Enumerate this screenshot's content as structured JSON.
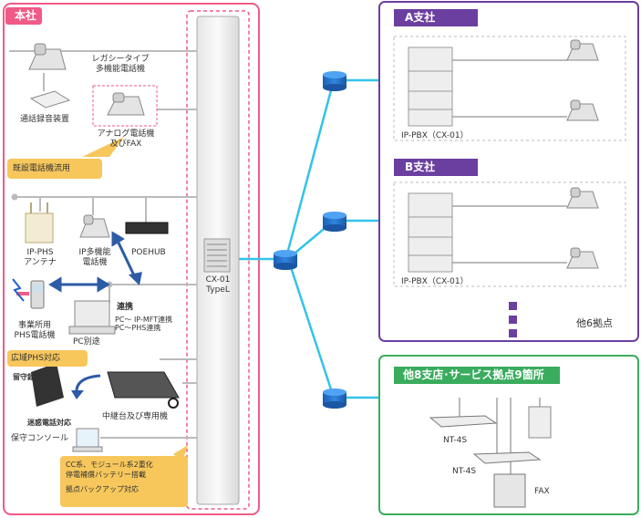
{
  "colors": {
    "honsha": "#f15a87",
    "branch": "#6a3fa0",
    "others": "#3aac5d",
    "line": "#33c3e8",
    "orange": "#f7c75c",
    "wire": "#bbbbbb"
  },
  "honsha": {
    "title": "本社",
    "legacy_phone": "レガシータイプ\n多機能電話機",
    "recorder": "通話録音装置",
    "analog": "アナログ電話機\n及びFAX",
    "existing_callout": "既設電話機流用",
    "ip_phs_antenna": "IP-PHS\nアンテナ",
    "ip_phone": "IP多機能\n電話機",
    "poehub": "POEHUB",
    "link_title": "連携",
    "link_detail": "PC～ IP-MFT連携\nPC～PHS連携",
    "pc_extra": "PC別途",
    "phs_phone": "事業所用\nPHS電話機",
    "wide_phs_callout": "広域PHS対応",
    "answering": "留守録装置",
    "nuisance": "迷惑電話対応",
    "relay_console": "中継台及び専用機",
    "maintenance": "保守コンソール",
    "features": [
      "CC系、モジュール系2重化\n停電補償バッテリー搭載",
      "拠点バックアップ対応"
    ],
    "cx01": "CX-01\nTypeL"
  },
  "branch": {
    "a_title": "A支社",
    "a_pbx": "IP-PBX（CX-01）",
    "b_title": "B支社",
    "b_pbx": "IP-PBX（CX-01）",
    "other6": "他6拠点"
  },
  "others": {
    "title": "他8支店･サービス拠点9箇所",
    "nt1": "NT-4S",
    "nt2": "NT-4S",
    "fax": "FAX"
  }
}
